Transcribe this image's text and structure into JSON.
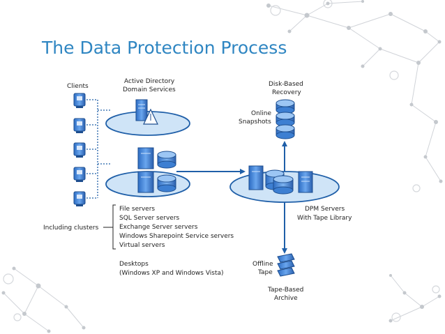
{
  "slide": {
    "title": "The Data Protection Process"
  },
  "diagram": {
    "clients_label": "Clients",
    "ad_label": [
      "Active Directory",
      "Domain Services"
    ],
    "disk_label": [
      "Disk-Based",
      "Recovery"
    ],
    "online_label": [
      "Online",
      "Snapshots"
    ],
    "dpm_label": [
      "DPM Servers",
      "With Tape Library"
    ],
    "offline_label": [
      "Offline",
      "Tape"
    ],
    "tape_archive_label": [
      "Tape-Based",
      "Archive"
    ],
    "including_clusters": "Including clusters",
    "server_list": [
      "File servers",
      "SQL Server servers",
      "Exchange Server servers",
      "Windows Sharepoint Service servers",
      "Virtual servers"
    ],
    "desktops_label": [
      "Desktops",
      "(Windows XP and Windows Vista)"
    ]
  },
  "colors": {
    "title": "#2f86c2",
    "ellipse_fill": "#cfe4f7",
    "ellipse_stroke": "#1f5fa8",
    "server_fill": "#3b7fd4",
    "arrow": "#1f5fa8",
    "network_decor": "#c9ccd1"
  }
}
